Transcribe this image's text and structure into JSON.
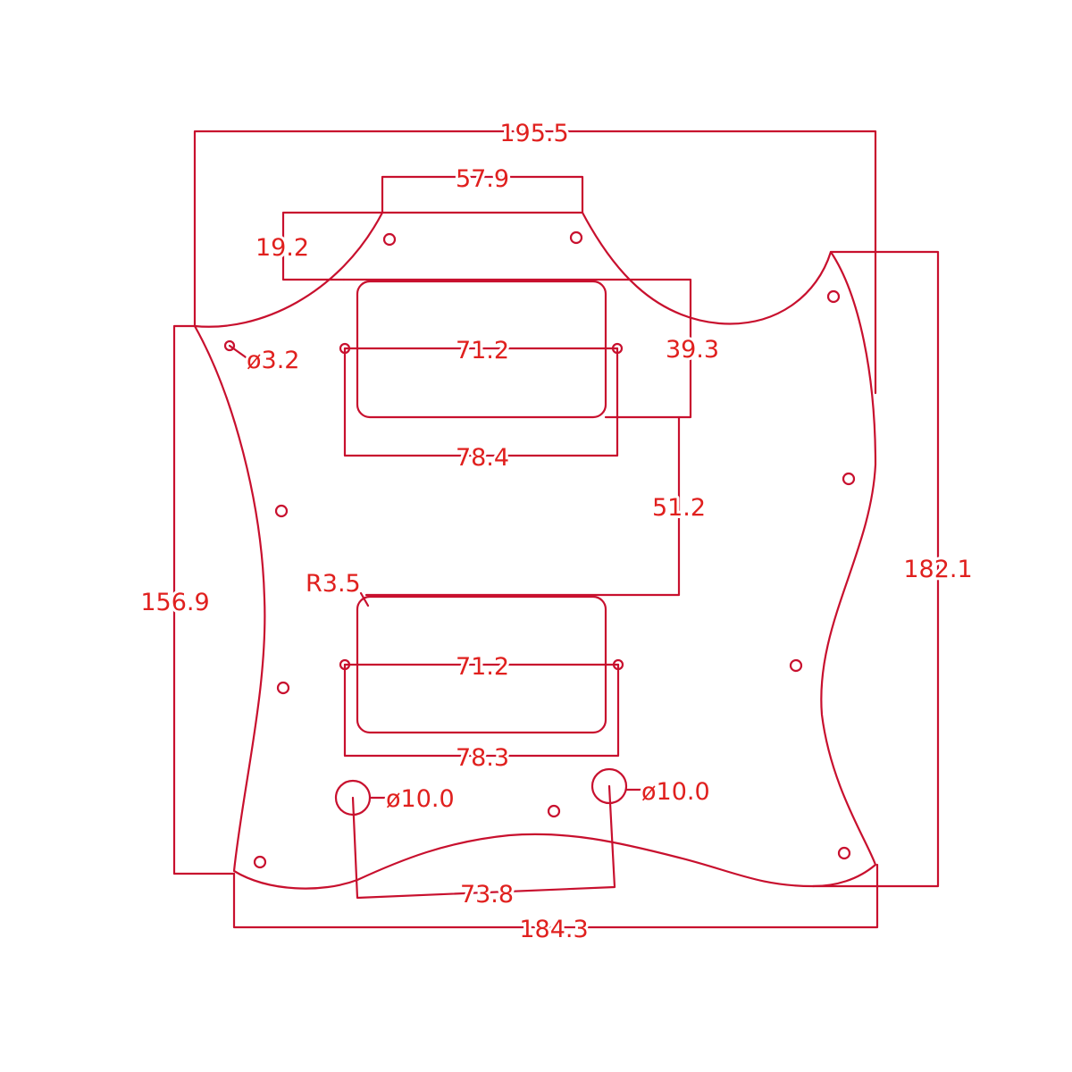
{
  "colors": {
    "outline": "#c8102e",
    "label": "#e0201e",
    "background": "#ffffff"
  },
  "dimensions": {
    "overall_width": "195.5",
    "neck_pickup_top_width": "57.9",
    "neck_pickup_top_height": "19.2",
    "mount_hole_diameter": "ø3.2",
    "neck_pickup_screw_spacing": "71.2",
    "neck_pickup_depth": "39.3",
    "neck_pickup_width": "78.4",
    "pickup_spacing": "51.2",
    "corner_radius": "R3.5",
    "overall_left_height": "156.9",
    "overall_right_height": "182.1",
    "bridge_pickup_screw_spacing": "71.2",
    "bridge_pickup_width": "78.3",
    "left_knob_diameter": "ø10.0",
    "right_knob_diameter": "ø10.0",
    "knob_spacing": "73.8",
    "overall_bottom_width": "184.3"
  }
}
